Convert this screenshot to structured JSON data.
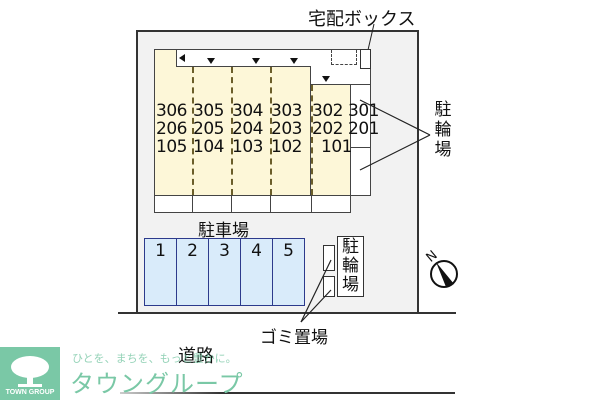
{
  "labels": {
    "delivery_box": "宅配ボックス",
    "bicycle_parking": "駐輪場",
    "bicycle_parking_chars": [
      "駐",
      "輪",
      "場"
    ],
    "car_parking": "駐車場",
    "garbage": "ゴミ置場",
    "road": "道路"
  },
  "units": {
    "floor3": [
      "306",
      "305",
      "304",
      "303",
      "302",
      "301"
    ],
    "floor2": [
      "206",
      "205",
      "204",
      "203",
      "202",
      "201"
    ],
    "floor1": [
      "105",
      "104",
      "103",
      "102",
      "101"
    ]
  },
  "parking_slots": [
    "1",
    "2",
    "3",
    "4",
    "5"
  ],
  "compass": {
    "label": "N"
  },
  "brand": {
    "logo_text": "TOWN GROUP",
    "tagline": "ひとを、まちを、もっと豊かに。",
    "name": "タウングループ"
  },
  "colors": {
    "building_fill": "#fdf7d8",
    "parking_fill": "#d9ebfa",
    "parking_border": "#2d3a8c",
    "site_fill": "#f2f2f2",
    "brand_green": "#7ac8a6"
  }
}
